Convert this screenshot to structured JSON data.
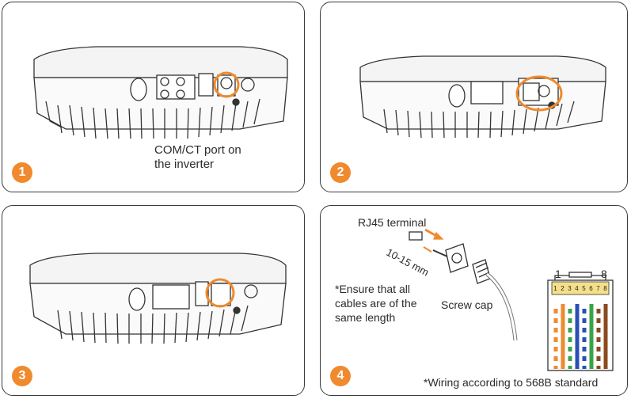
{
  "steps": [
    {
      "number": "1",
      "caption_line1": "COM/CT port on",
      "caption_line2": "the inverter"
    },
    {
      "number": "2"
    },
    {
      "number": "3"
    },
    {
      "number": "4"
    }
  ],
  "step4": {
    "rj45_label": "RJ45 terminal",
    "strip_length": "10-15 mm",
    "note_line1": "*Ensure that all",
    "note_line2": "cables are of the",
    "note_line3": "same length",
    "screw_cap_label": "Screw cap",
    "pin_start": "1",
    "pin_end": "8",
    "pin_numbers": [
      "1",
      "2",
      "3",
      "4",
      "5",
      "6",
      "7",
      "8"
    ],
    "wiring_note": "*Wiring according to 568B standard"
  },
  "colors": {
    "accent": "#f08a2e",
    "outline": "#3a3a3a"
  }
}
